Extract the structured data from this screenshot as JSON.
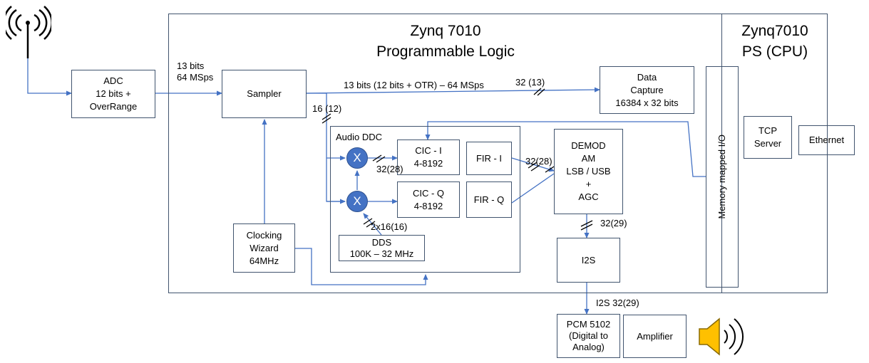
{
  "titles": {
    "pl": "Zynq 7010\nProgrammable Logic",
    "ps": "Zynq7010\nPS (CPU)"
  },
  "blocks": {
    "adc": "ADC\n12 bits +\nOverRange",
    "sampler": "Sampler",
    "data_capture": "Data\nCapture\n16384 x 32 bits",
    "audio_ddc": "Audio DDC",
    "cic_i": "CIC - I\n4-8192",
    "cic_q": "CIC - Q\n4-8192",
    "fir_i": "FIR - I",
    "fir_q": "FIR - Q",
    "demod": "DEMOD\nAM\nLSB / USB\n+\nAGC",
    "dds": "DDS\n100K – 32 MHz",
    "clocking": "Clocking\nWizard\n64MHz",
    "i2s": "I2S",
    "mmio": "Memory mapped I/O",
    "tcp": "TCP\nServer",
    "ethernet": "Ethernet",
    "pcm": "PCM 5102\n(Digital to\nAnalog)",
    "amplifier": "Amplifier",
    "mixer_i": "X",
    "mixer_q": "X"
  },
  "labels": {
    "adc_out": "13 bits\n64 MSps",
    "capture_bus": "13 bits (12 bits + OTR) – 64 MSps",
    "capture_width": "32 (13)",
    "ddc_in": "16 (12)",
    "mixer_i_out": "32(28)",
    "fir_out": "32(28)",
    "dds_out": "2x16(16)",
    "demod_out": "32(29)",
    "i2s_out": "I2S 32(29)"
  },
  "icons": {
    "antenna": "antenna-icon",
    "speaker": "speaker-icon"
  },
  "colors": {
    "wire": "#4472c4",
    "box_border": "#41546e",
    "mixer_fill": "#4472c4",
    "speaker_fill": "#ffc000"
  }
}
